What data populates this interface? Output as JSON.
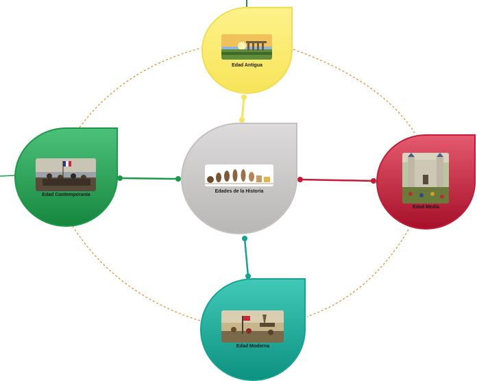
{
  "diagram": {
    "type": "mind-map",
    "center": {
      "label": "Edades de la Historia",
      "image": "human-evolution-illustration",
      "color": "#cfcccc"
    },
    "branches": [
      {
        "id": "antigua",
        "label": "Edad Antigua",
        "image": "ancient-ruins-photo",
        "color": "#f8e45a"
      },
      {
        "id": "media",
        "label": "Edad Media",
        "image": "medieval-castle-painting",
        "color": "#c41a36"
      },
      {
        "id": "moderna",
        "label": "Edad Moderna",
        "image": "columbus-landing-painting",
        "color": "#13a391"
      },
      {
        "id": "contemporanea",
        "label": "Edad Contemporanía",
        "image": "revolution-battle-painting",
        "color": "#1a9a48"
      }
    ],
    "relationship_color": "#ec8f2c"
  }
}
